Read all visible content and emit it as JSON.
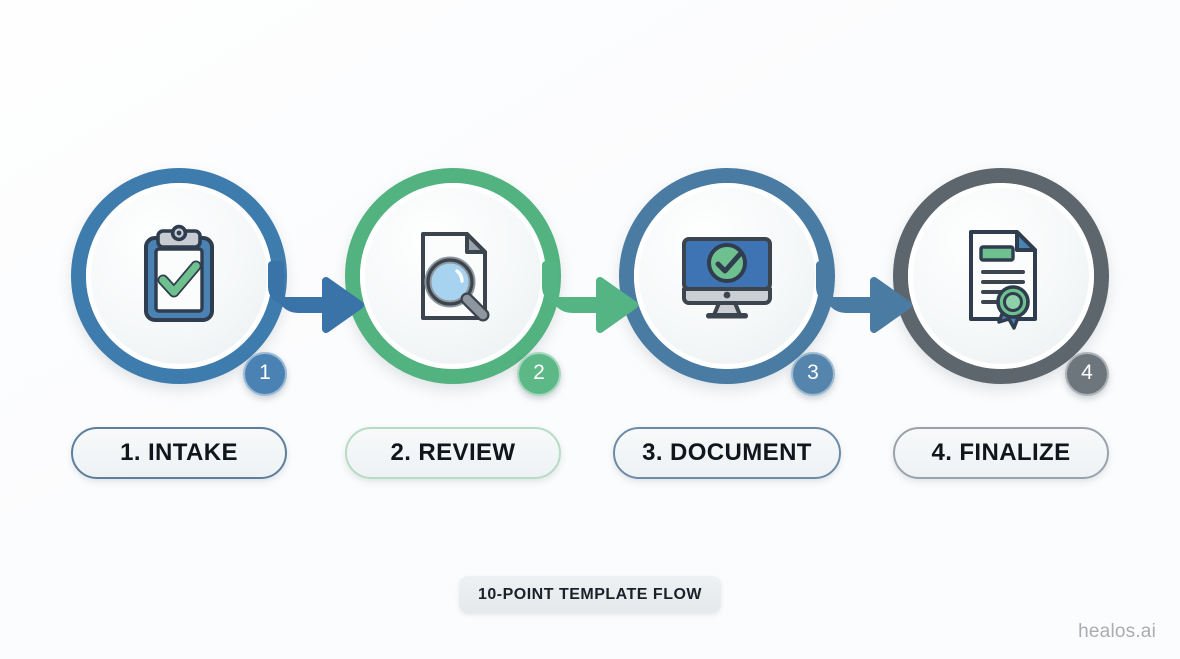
{
  "diagram": {
    "caption": "10-POINT TEMPLATE FLOW",
    "watermark": "healos.ai",
    "background_color": "#fbfcfd",
    "steps": [
      {
        "number": "1",
        "label": "1. INTAKE",
        "icon": "clipboard-check-icon",
        "ring_color": "#3f7cae",
        "badge_color": "#4a82b4",
        "label_border_color": "#5d7f9c",
        "arrow_color": "#3a73a8",
        "arrow_name": "arrow-step1-to-step2"
      },
      {
        "number": "2",
        "label": "2. REVIEW",
        "icon": "document-magnifier-icon",
        "ring_color": "#52b280",
        "badge_color": "#5cb887",
        "label_border_color": "#b6dcc5",
        "arrow_color": "#55b484",
        "arrow_name": "arrow-step2-to-step3"
      },
      {
        "number": "3",
        "label": "3. DOCUMENT",
        "icon": "monitor-check-icon",
        "ring_color": "#4a7ba2",
        "badge_color": "#5585ac",
        "label_border_color": "#6b8ba6",
        "arrow_color": "#4a7ba2",
        "arrow_name": "arrow-step3-to-step4"
      },
      {
        "number": "4",
        "label": "4. FINALIZE",
        "icon": "certificate-award-icon",
        "ring_color": "#5e666d",
        "badge_color": "#6e767d",
        "label_border_color": "#9aa3ab",
        "arrow_color": "",
        "arrow_name": ""
      }
    ]
  }
}
